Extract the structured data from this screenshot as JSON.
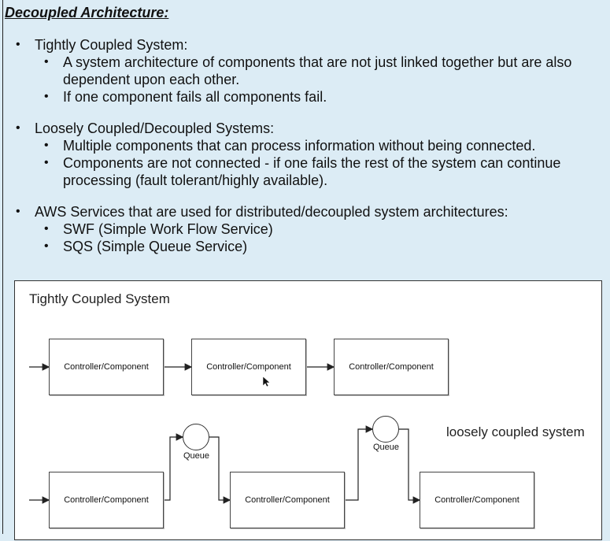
{
  "title": "Decoupled Architecture:",
  "sections": [
    {
      "heading": "Tightly Coupled System:",
      "items": [
        "A system architecture of components that are not just linked together but are also dependent upon each other.",
        "If one component fails all components fail."
      ]
    },
    {
      "heading": "Loosely Coupled/Decoupled Systems:",
      "items": [
        "Multiple components that can process information without being connected.",
        "Components are not connected - if one fails the rest of the system can continue processing (fault tolerant/highly available)."
      ]
    },
    {
      "heading": "AWS Services that are used for distributed/decoupled system architectures:",
      "items": [
        "SWF (Simple Work Flow Service)",
        "SQS (Simple Queue Service)"
      ]
    }
  ],
  "diagram": {
    "tight_title": "Tightly Coupled System",
    "loose_title": "loosely coupled system",
    "component_label": "Controller/Component",
    "queue_label": "Queue",
    "tight_components": [
      "Controller/Component",
      "Controller/Component",
      "Controller/Component"
    ],
    "loose_components": [
      "Controller/Component",
      "Controller/Component",
      "Controller/Component"
    ],
    "queues": [
      "Queue",
      "Queue"
    ]
  }
}
